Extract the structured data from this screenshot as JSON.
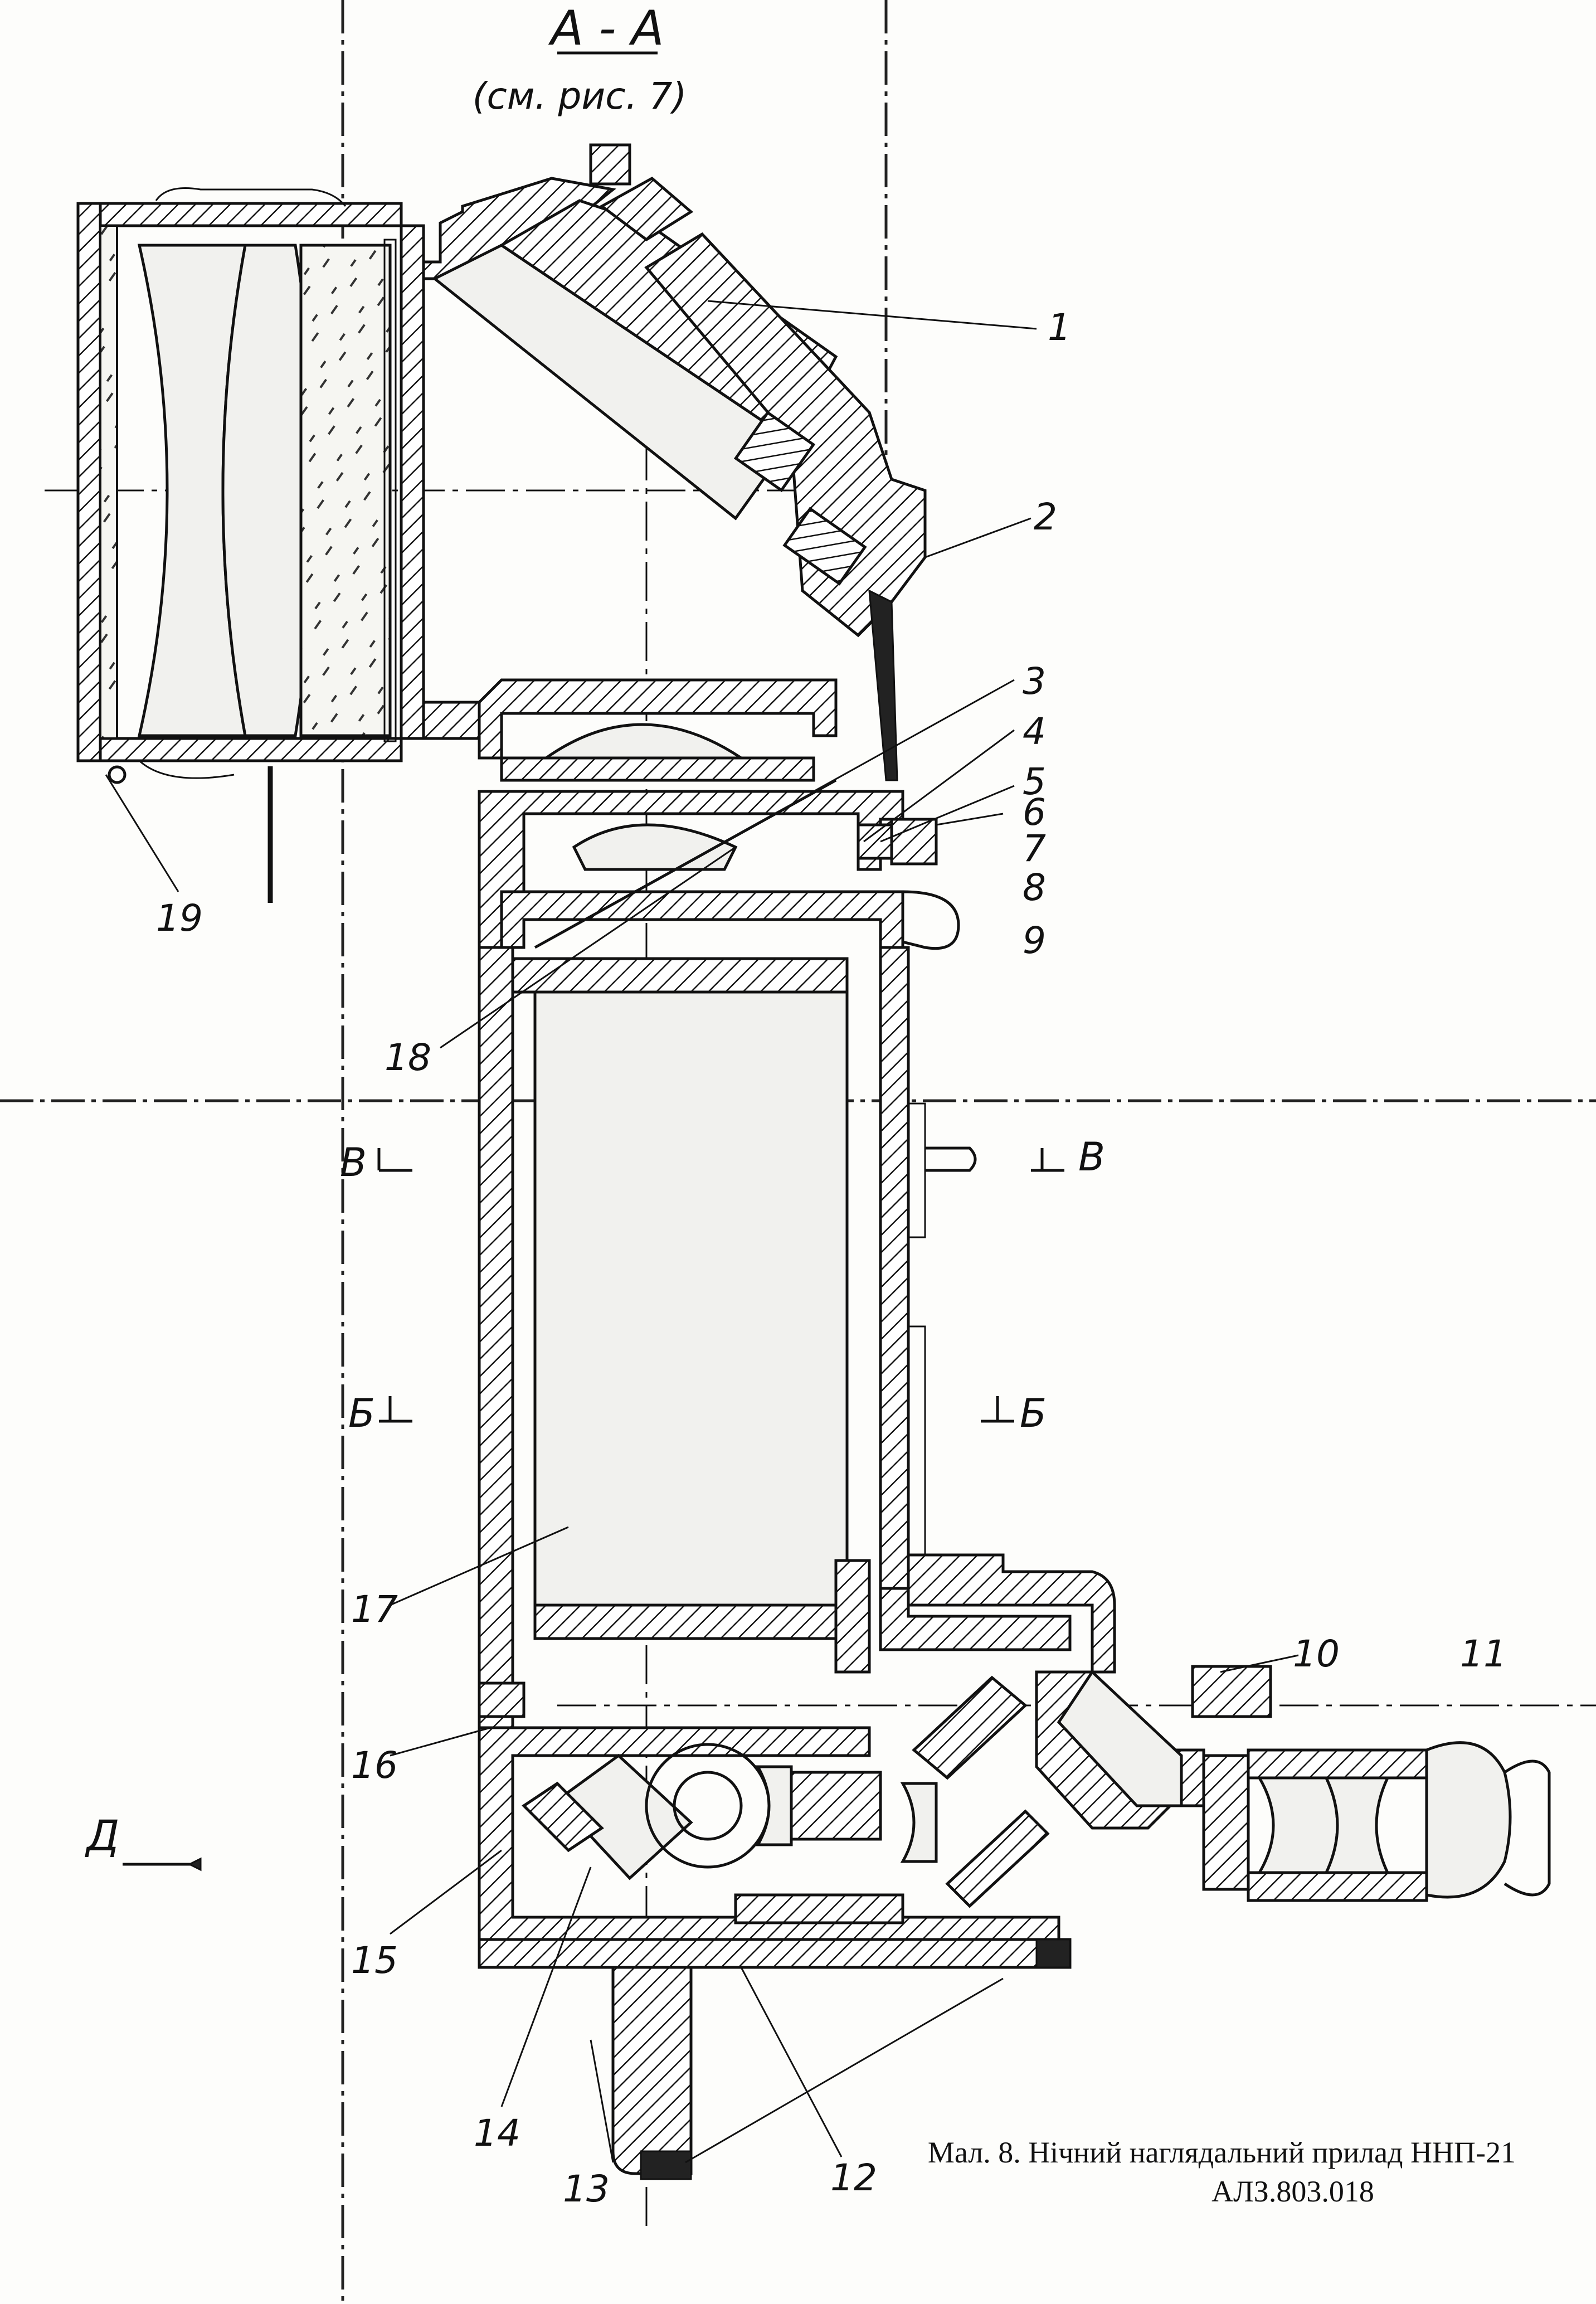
{
  "section": {
    "title": "A - A",
    "reference": "(см. рис. 7)"
  },
  "section_marks": [
    {
      "id": "b-left",
      "text": "В"
    },
    {
      "id": "b-right",
      "text": "В"
    },
    {
      "id": "be-left",
      "text": "Б"
    },
    {
      "id": "be-right",
      "text": "Б"
    }
  ],
  "view_arrow": {
    "text": "Д"
  },
  "callouts": [
    "1",
    "2",
    "3",
    "4",
    "5",
    "6",
    "7",
    "8",
    "9",
    "10",
    "11",
    "12",
    "13",
    "14",
    "15",
    "16",
    "17",
    "18",
    "19"
  ],
  "caption": {
    "line1": "Мал. 8. Нічний наглядальний прилад ННП-21",
    "line2": "АЛЗ.803.018"
  }
}
